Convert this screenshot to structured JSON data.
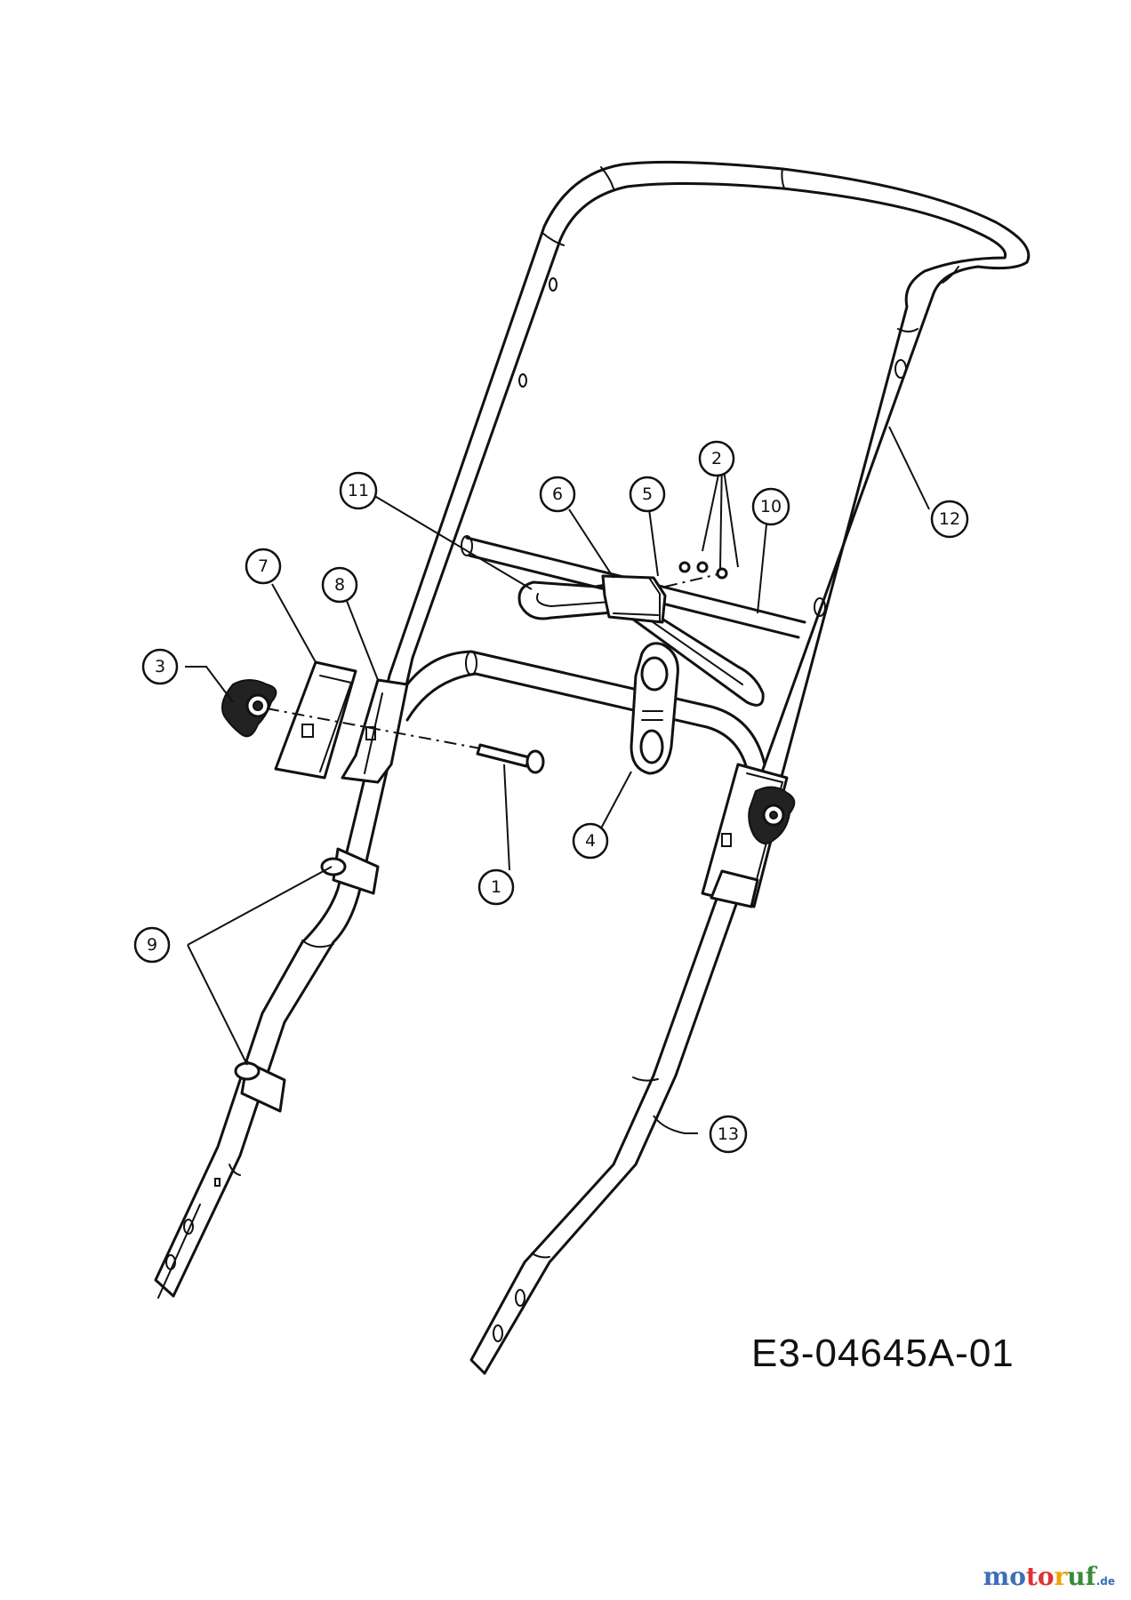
{
  "drawing_number": "E3-04645A-01",
  "watermark": {
    "brand_parts": [
      "mo",
      "to",
      "r",
      "uf"
    ],
    "tld": ".de"
  },
  "callouts": [
    "1",
    "2",
    "3",
    "4",
    "5",
    "6",
    "7",
    "8",
    "9",
    "10",
    "11",
    "12",
    "13"
  ]
}
